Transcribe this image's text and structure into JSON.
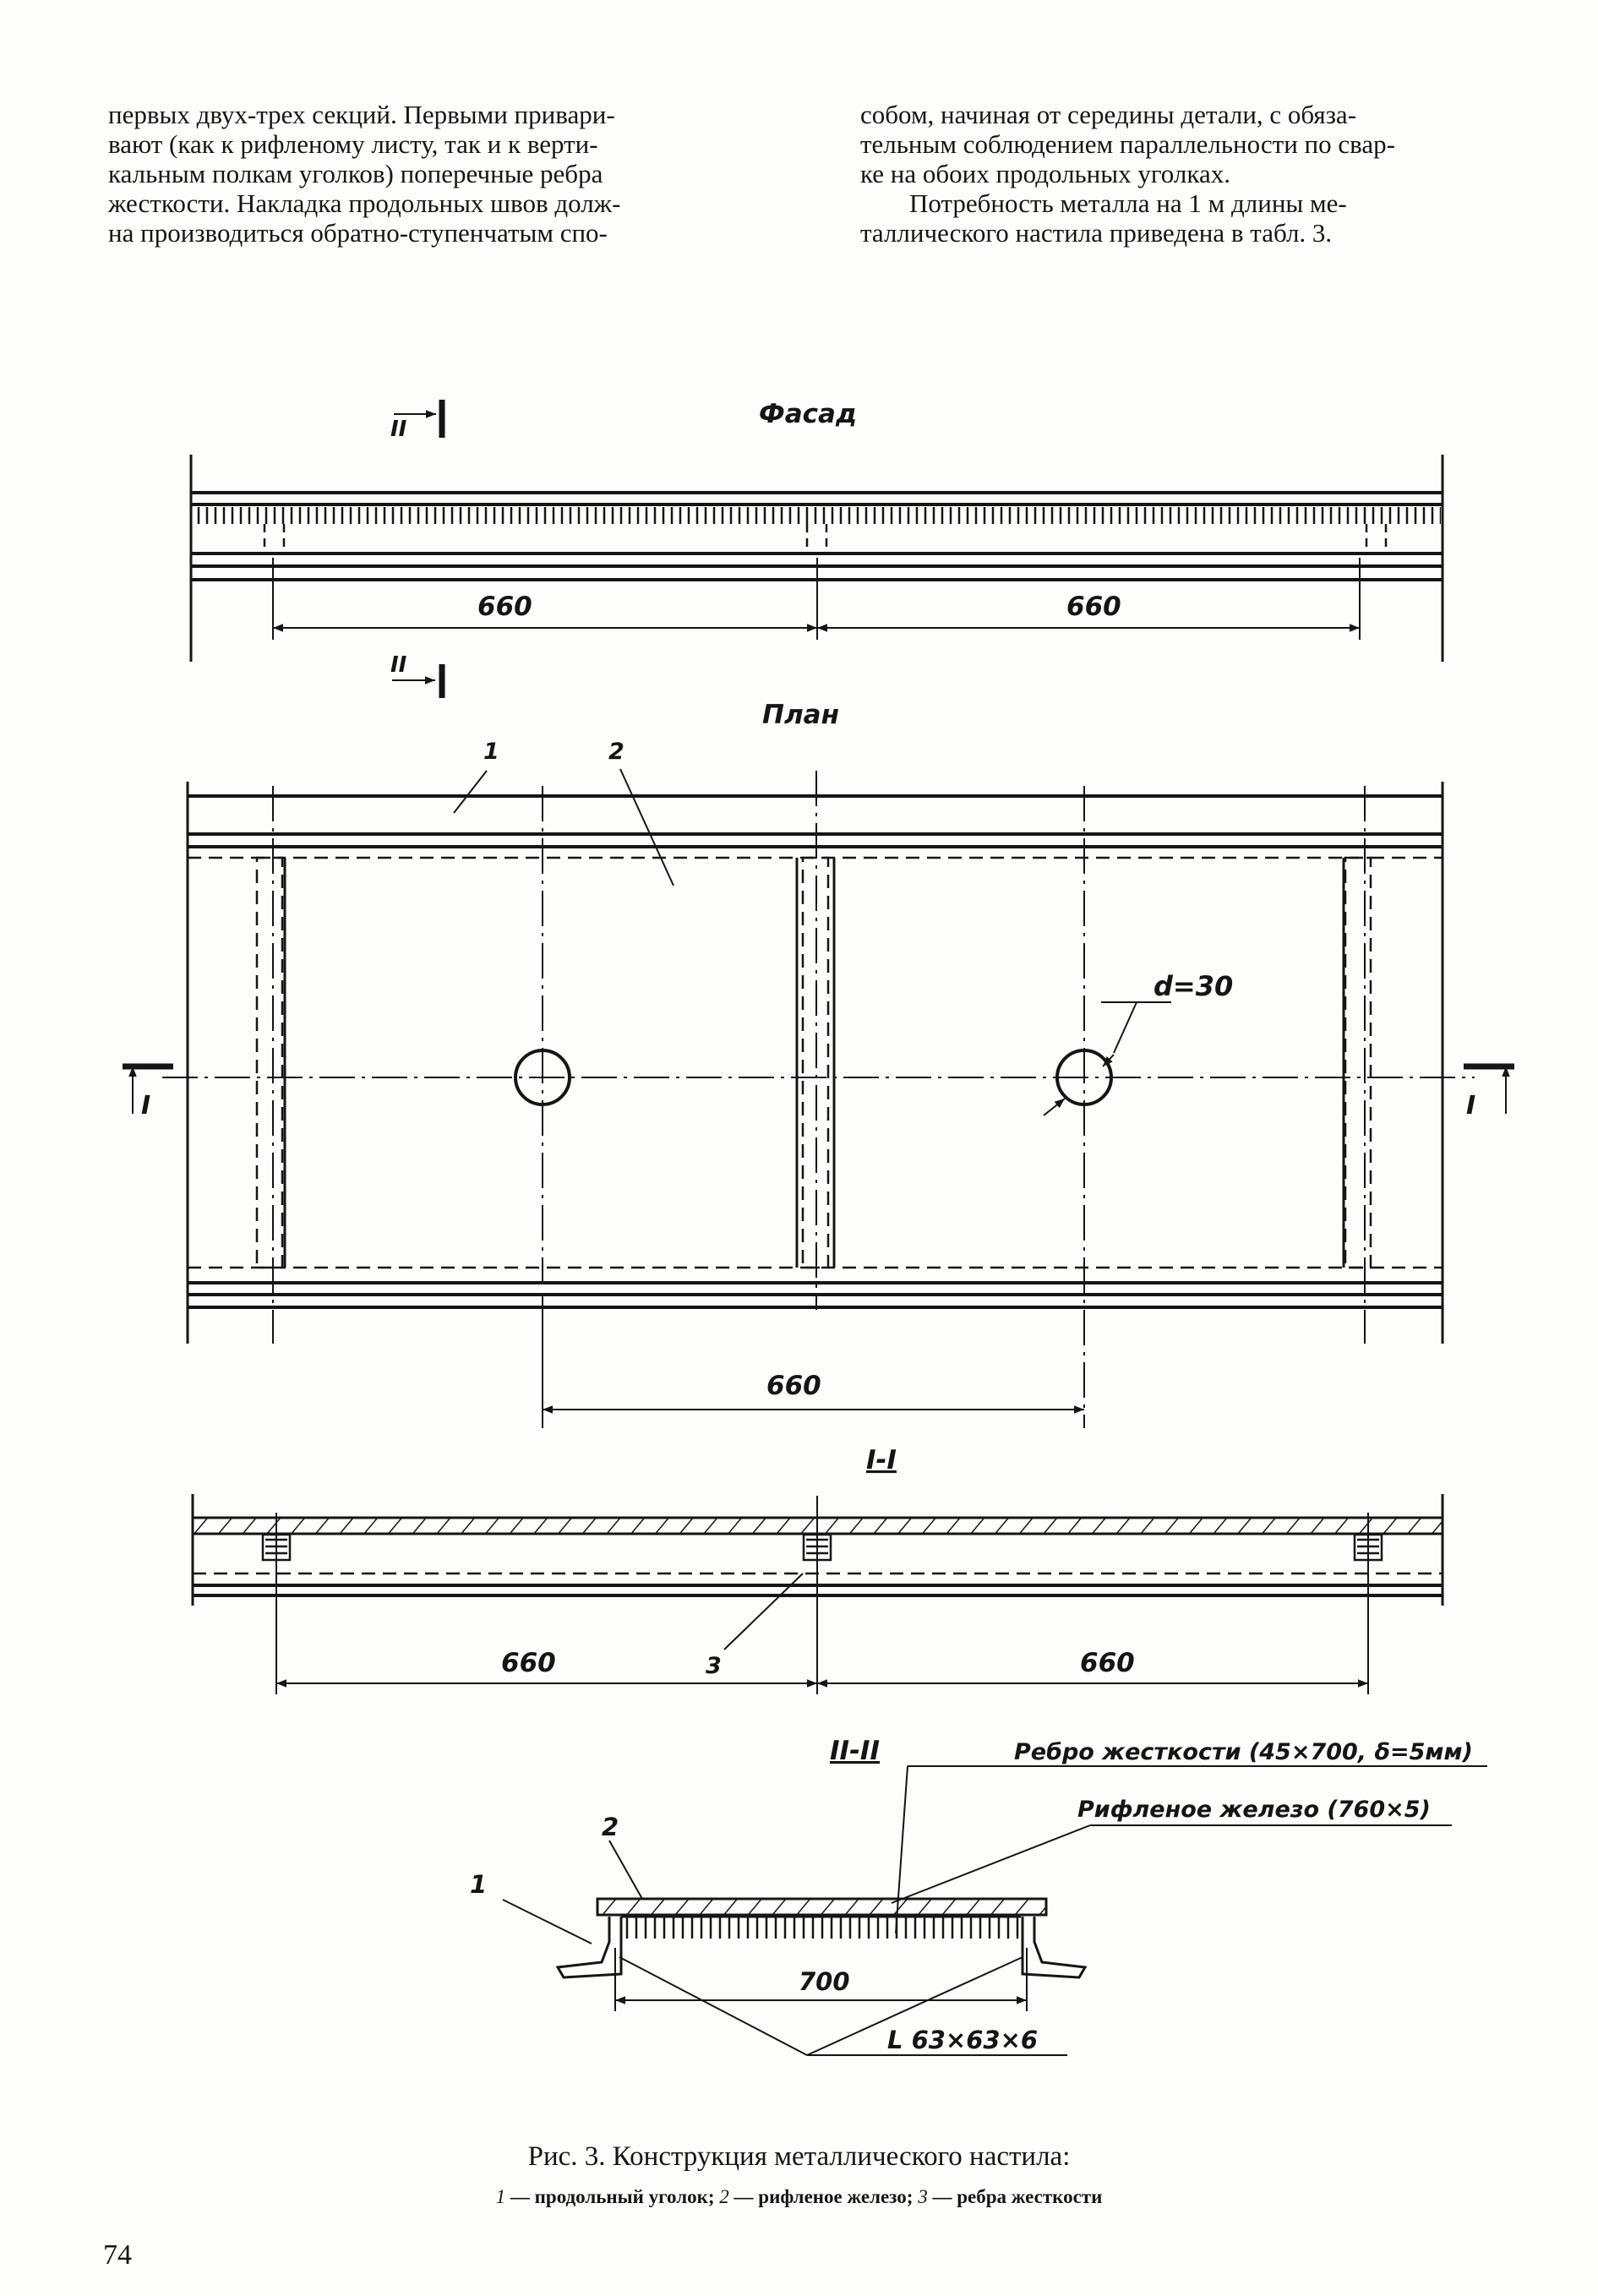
{
  "text": {
    "left_column": [
      "первых двух-трех секций. Первыми привари-",
      "вают (как к рифленому листу, так и к верти-",
      "кальным полкам уголков) поперечные ребра",
      "жесткости. Накладка продольных швов долж-",
      "на производиться обратно-ступенчатым спо-"
    ],
    "right_column_p1": [
      "собом, начиная от середины детали, с обяза-",
      "тельным соблюдением параллельности по свар-",
      "ке на обоих продольных уголках."
    ],
    "right_column_p2": [
      "Потребность металла на 1 м длины ме-",
      "таллического настила приведена в табл. 3."
    ]
  },
  "drawing": {
    "facade_title": "Фасад",
    "plan_title": "План",
    "section_1_title": "I-I",
    "section_2_title": "II-II",
    "mark_I": "I",
    "mark_II": "II",
    "dim_660": "660",
    "hole_label": "d=30",
    "leader_1": "1",
    "leader_2": "2",
    "leader_3": "3",
    "rib_note": "Ребро жесткости (45×700, δ=5мм)",
    "sheet_note": "Рифленое железо (760×5)",
    "dim_700": "700",
    "angle_note": "L 63×63×6"
  },
  "caption": {
    "title": "Рис. 3. Конструкция металлического настила:",
    "item1_num": "1",
    "item1_text": " — продольный уголок; ",
    "item2_num": "2",
    "item2_text": " — рифленое железо; ",
    "item3_num": "3",
    "item3_text": " — ребра жесткости"
  },
  "page_number": "74"
}
